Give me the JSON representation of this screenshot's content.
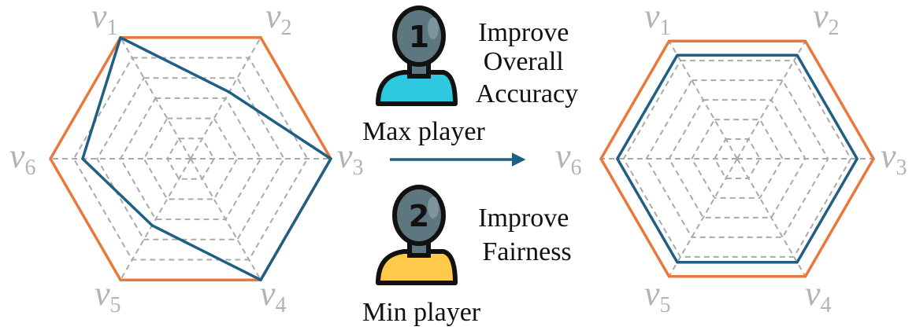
{
  "colors": {
    "outer": "#e8793a",
    "profile": "#1f5f83",
    "grid": "#aaaaaa",
    "label": "#b3b3b3",
    "arrow": "#1f5f83",
    "max_shirt": "#2ec9e0",
    "min_shirt": "#ffc94a",
    "head": "#5e7680",
    "outline": "#111111"
  },
  "vertex_labels": [
    {
      "base": "v",
      "sub": "1"
    },
    {
      "base": "v",
      "sub": "2"
    },
    {
      "base": "v",
      "sub": "3"
    },
    {
      "base": "v",
      "sub": "4"
    },
    {
      "base": "v",
      "sub": "5"
    },
    {
      "base": "v",
      "sub": "6"
    }
  ],
  "left_radar": {
    "levels": 6,
    "values": [
      1.0,
      0.55,
      1.0,
      1.0,
      0.55,
      0.77
    ]
  },
  "right_radar": {
    "levels": 6,
    "values": [
      0.88,
      0.88,
      0.88,
      0.88,
      0.88,
      0.88
    ]
  },
  "max_player": {
    "badge": "1",
    "label": "Max player",
    "goal_lines": [
      "Improve",
      "Overall",
      "Accuracy"
    ],
    "icon": "person-icon"
  },
  "min_player": {
    "badge": "2",
    "label": "Min player",
    "goal_lines": [
      "Improve",
      "Fairness"
    ],
    "icon": "person-icon"
  }
}
